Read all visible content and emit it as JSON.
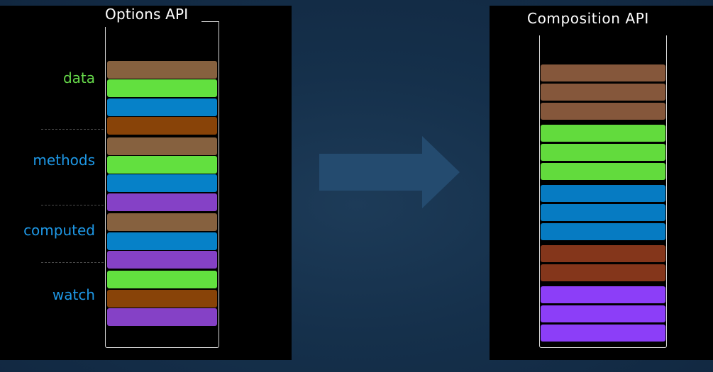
{
  "colors": {
    "brown": "#86613f",
    "green": "#62e03f",
    "blue": "#0681c8",
    "orange_brown": "#884308",
    "purple": "#8541c6",
    "right_brown": "#85573b",
    "right_green": "#62db3d",
    "right_blue": "#067bc2",
    "right_rust": "#84361b",
    "right_violet": "#8c3ef8",
    "label_green": "#66d94a",
    "label_blue": "#1e98e6",
    "arrow": "#244b6f"
  },
  "left_panel": {
    "title": "Options API",
    "sections": [
      {
        "label": "data",
        "color": "label_green",
        "blocks": [
          "brown",
          "green",
          "blue",
          "orange_brown"
        ]
      },
      {
        "label": "methods",
        "color": "label_blue",
        "blocks": [
          "brown",
          "green",
          "blue",
          "purple"
        ]
      },
      {
        "label": "computed",
        "color": "label_blue",
        "blocks": [
          "brown",
          "blue",
          "purple"
        ]
      },
      {
        "label": "watch",
        "color": "label_blue",
        "blocks": [
          "green",
          "orange_brown",
          "purple"
        ]
      }
    ]
  },
  "right_panel": {
    "title": "Composition API",
    "groups": [
      {
        "color": "right_brown",
        "count": 3
      },
      {
        "color": "right_green",
        "count": 3
      },
      {
        "color": "right_blue",
        "count": 3
      },
      {
        "color": "right_rust",
        "count": 2
      },
      {
        "color": "right_violet",
        "count": 3
      }
    ]
  },
  "arrow": {
    "icon": "right-arrow-icon"
  }
}
